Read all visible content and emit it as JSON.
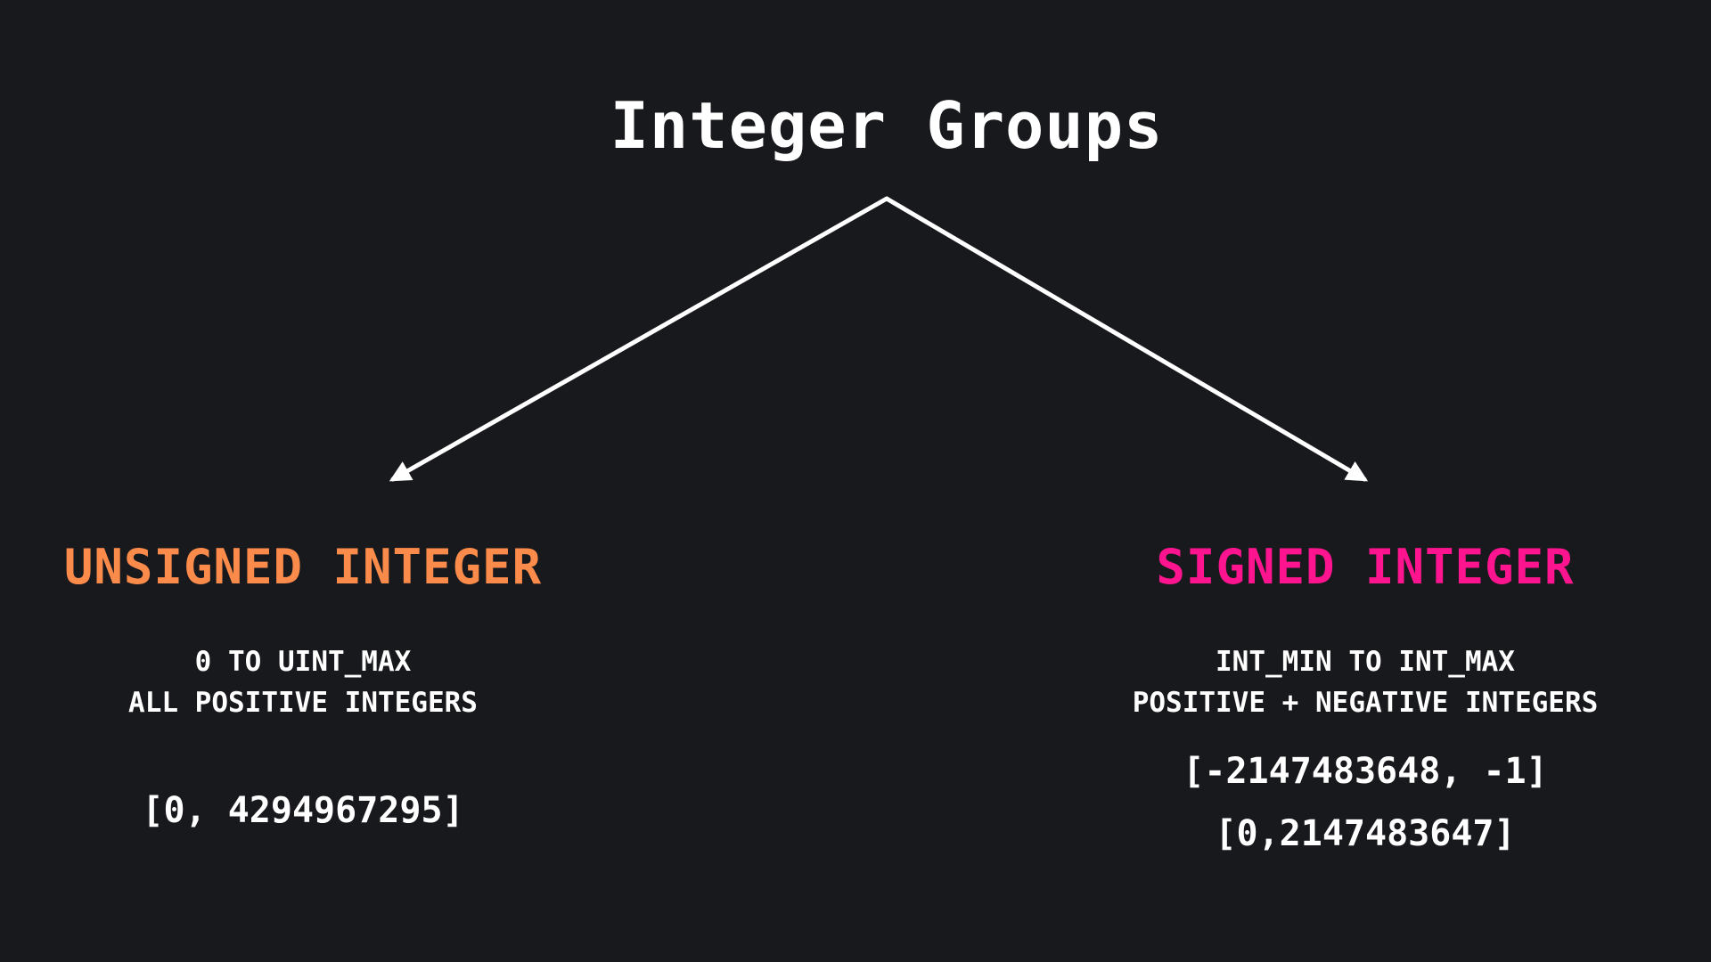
{
  "title": "Integer Groups",
  "colors": {
    "background": "#18191d",
    "text": "#ffffff",
    "unsigned": "#fb8b4a",
    "signed": "#ff148f",
    "arrow": "#ffffff"
  },
  "unsigned": {
    "heading": "UNSIGNED INTEGER",
    "line1": "0 TO UINT_MAX",
    "line2": "ALL POSITIVE INTEGERS",
    "range1": "[0, 4294967295]"
  },
  "signed": {
    "heading": "SIGNED INTEGER",
    "line1": "INT_MIN TO INT_MAX",
    "line2": "POSITIVE + NEGATIVE INTEGERS",
    "range1": "[-2147483648, -1]",
    "range2": "[0,2147483647]"
  }
}
